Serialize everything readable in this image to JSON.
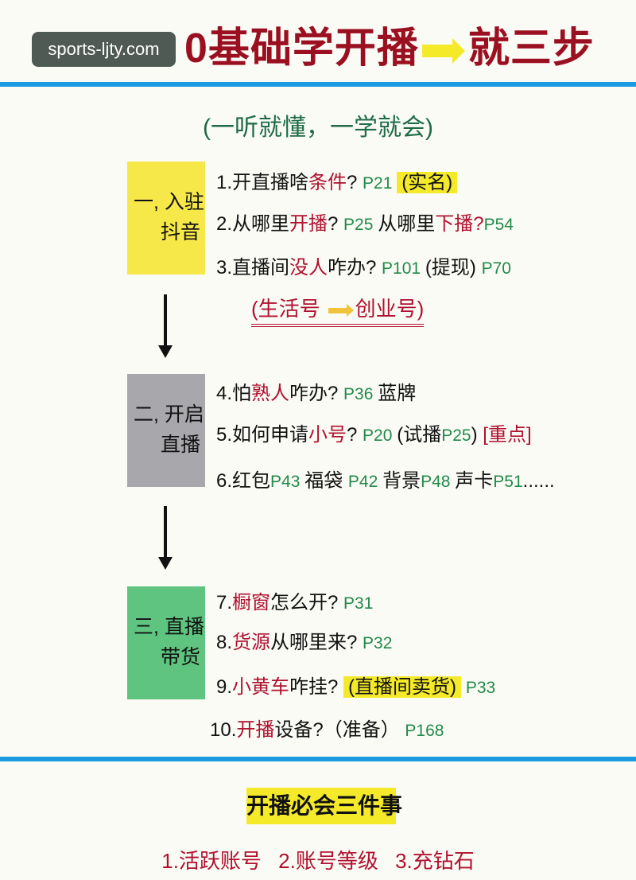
{
  "title": {
    "left": "0基础学开播",
    "right": "就三步"
  },
  "watermark": "sports-ljty.com",
  "subtitle": "(一听就懂，一学就会)",
  "steps": [
    {
      "l1": "一, 入驻",
      "l2": "抖音",
      "color": "#f7e84a"
    },
    {
      "l1": "二, 开启",
      "l2": "直播",
      "color": "#a8a8ac"
    },
    {
      "l1": "三, 直播",
      "l2": "带货",
      "color": "#5fc47f"
    }
  ],
  "lines": [
    [
      [
        "1.开直播啥",
        "k"
      ],
      [
        "条件",
        "r"
      ],
      [
        "? ",
        "k"
      ],
      [
        "P21 ",
        "g"
      ],
      [
        "(实名)",
        "hl"
      ]
    ],
    [
      [
        "2.从哪里",
        "k"
      ],
      [
        "开播",
        "r"
      ],
      [
        "? ",
        "k"
      ],
      [
        "P25 ",
        "g"
      ],
      [
        " 从哪里",
        "k"
      ],
      [
        "下播?",
        "r"
      ],
      [
        "P54",
        "g"
      ]
    ],
    [
      [
        "3.直播间",
        "k"
      ],
      [
        "没人",
        "r"
      ],
      [
        "咋办? ",
        "k"
      ],
      [
        "P101 ",
        "g"
      ],
      [
        " (提现) ",
        "k"
      ],
      [
        "P70",
        "g"
      ]
    ],
    [
      [
        "4.怕",
        "k"
      ],
      [
        "熟人",
        "r"
      ],
      [
        "咋办? ",
        "k"
      ],
      [
        "P36 ",
        "g"
      ],
      [
        " 蓝牌",
        "k"
      ]
    ],
    [
      [
        "5.如何申请",
        "k"
      ],
      [
        "小号",
        "r"
      ],
      [
        "? ",
        "k"
      ],
      [
        "P20 ",
        "g"
      ],
      [
        "(试播",
        "k"
      ],
      [
        "P25",
        "g"
      ],
      [
        ") ",
        "k"
      ],
      [
        "[重点]",
        "r"
      ]
    ],
    [
      [
        "6.红包",
        "k"
      ],
      [
        "P43 ",
        "g"
      ],
      [
        " 福袋 ",
        "k"
      ],
      [
        "P42 ",
        "g"
      ],
      [
        "背景",
        "k"
      ],
      [
        "P48 ",
        "g"
      ],
      [
        " 声卡",
        "k"
      ],
      [
        "P51",
        "g"
      ],
      [
        "......",
        "k"
      ]
    ],
    [
      [
        "7.",
        "k"
      ],
      [
        "橱窗",
        "r"
      ],
      [
        "怎么开? ",
        "k"
      ],
      [
        "P31",
        "g"
      ]
    ],
    [
      [
        "8.",
        "k"
      ],
      [
        "货源",
        "r"
      ],
      [
        "从哪里来? ",
        "k"
      ],
      [
        "P32",
        "g"
      ]
    ],
    [
      [
        "9.",
        "k"
      ],
      [
        "小黄车",
        "r"
      ],
      [
        "咋挂? ",
        "k"
      ],
      [
        "(直播间卖货)",
        "hl"
      ],
      [
        " P33",
        "g"
      ]
    ],
    [
      [
        "10.",
        "k"
      ],
      [
        "开播",
        "r"
      ],
      [
        "设备?（准备） ",
        "k"
      ],
      [
        "P168",
        "g"
      ]
    ]
  ],
  "note": {
    "from": "(生活号",
    "to": "创业号)"
  },
  "bottom": {
    "heading": "开播必会三件事",
    "items": "1.活跃账号 2.账号等级 3.充钻石"
  },
  "colors": {
    "title": "#9b1020",
    "accent_blue": "#1c9be2",
    "highlight": "#f4ea2a",
    "keyword_red": "#b0112e",
    "page_green": "#218a4a"
  }
}
